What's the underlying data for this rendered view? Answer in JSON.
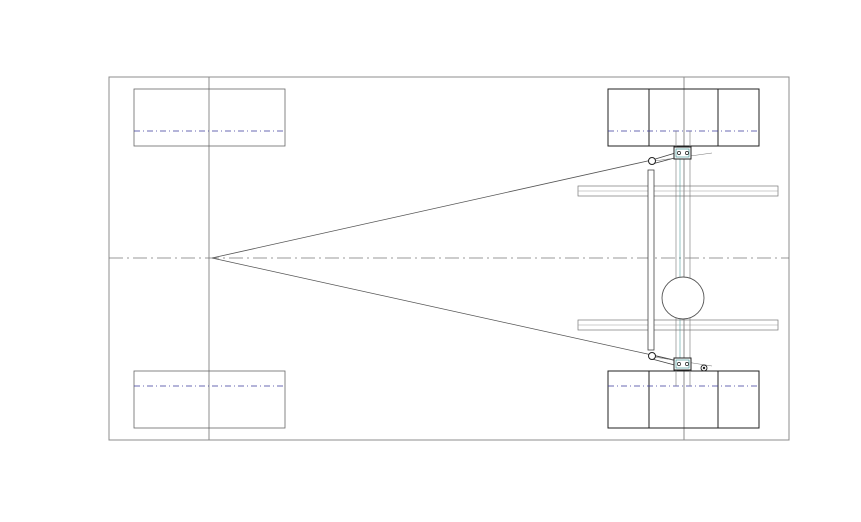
{
  "diagram": {
    "type": "vehicle-steering-geometry-plan-view",
    "colors": {
      "background": "#ffffff",
      "frame": "#8c8c8c",
      "line": "#444444",
      "centerline": "#777777",
      "wheel_centerline": "#3a3a9a",
      "steering_detail": "#2a8a8a",
      "tie_rod": "#555555"
    },
    "components": {
      "rear_wheels": [
        "rear-left-wheel",
        "rear-right-wheel"
      ],
      "front_wheels": [
        "front-left-wheel",
        "front-right-wheel"
      ],
      "steering_arms": [
        "upper-steering-arm",
        "lower-steering-arm"
      ],
      "crossbars": [
        "upper-crossbar",
        "lower-crossbar"
      ],
      "tie_rod": "tie-rod",
      "hub": "center-hub-circle",
      "ackermann_lines": [
        "ackermann-line-upper",
        "ackermann-line-lower"
      ]
    }
  }
}
